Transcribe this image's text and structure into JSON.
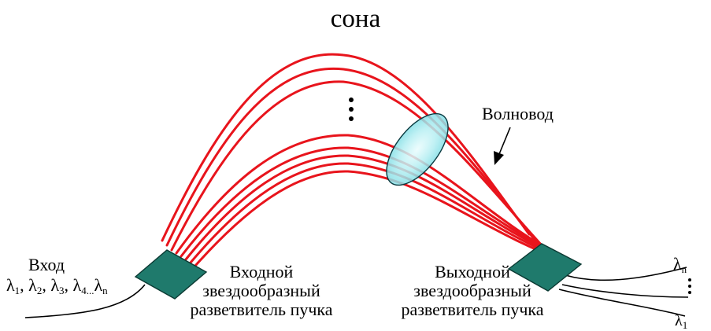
{
  "title": "сона",
  "waveguide_label": "Волновод",
  "input": {
    "label": "Вход",
    "wavelengths": [
      {
        "sym": "λ",
        "sub": "1",
        "sep": ", "
      },
      {
        "sym": "λ",
        "sub": "2",
        "sep": ", "
      },
      {
        "sym": "λ",
        "sub": "3",
        "sep": ", "
      },
      {
        "sym": "λ",
        "sub": "4...",
        "sep": ""
      },
      {
        "sym": "λ",
        "sub": "n",
        "sep": ""
      }
    ]
  },
  "input_coupler": {
    "line1": "Входной",
    "line2": "звездообразный",
    "line3": "разветвитель пучка"
  },
  "output_coupler": {
    "line1": "Выходной",
    "line2": "звездообразный",
    "line3": "разветвитель пучка"
  },
  "output": {
    "top_sym": "λ",
    "top_sub": "n",
    "bottom_sym": "λ",
    "bottom_sub": "1"
  },
  "colors": {
    "waveguide": "#e8141c",
    "coupler": "#1f7a6c",
    "lens_fill": "#a8ecf0",
    "fiber": "#000000"
  }
}
